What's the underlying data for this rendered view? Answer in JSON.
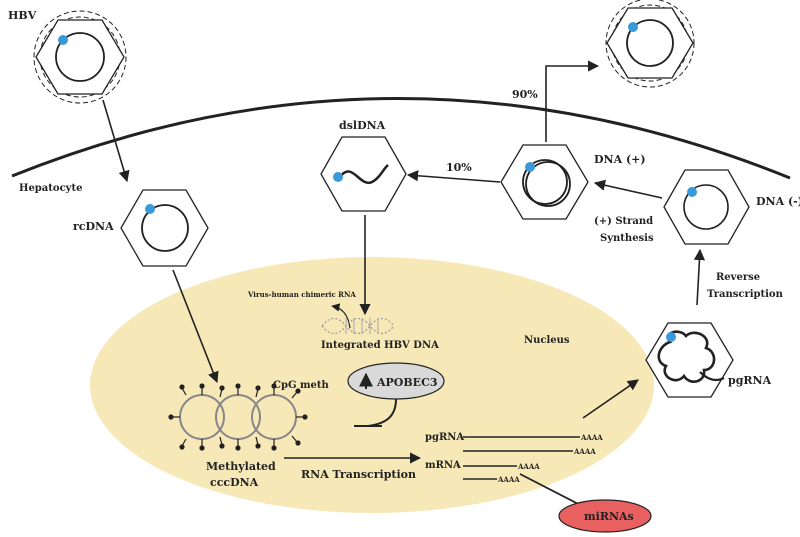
{
  "labels": {
    "hbv": "HBV",
    "hepatocyte": "Hepatocyte",
    "rcdna": "rcDNA",
    "dsldna": "dslDNA",
    "pct10": "10%",
    "pct90": "90%",
    "dna_plus": "DNA (+)",
    "dna_minus": "DNA (-)",
    "plus_strand_1": "(+) Strand",
    "plus_strand_2": "Synthesis",
    "reverse_1": "Reverse",
    "reverse_2": "Transcription",
    "chimeric": "Virus-human chimeric RNA",
    "integrated": "Integrated HBV DNA",
    "nucleus": "Nucleus",
    "cpg": "CpG meth",
    "apobec": "APOBEC3",
    "pgrna_right": "pgRNA",
    "methylated_1": "Methylated",
    "methylated_2": "cccDNA",
    "rna_transcription": "RNA Transcription",
    "pgrna_line": "pgRNA",
    "mrna_line": "mRNA",
    "polya": "AAAA",
    "mirnas": "miRNAs"
  },
  "colors": {
    "nucleus_fill": "#f7e8b8",
    "dot": "#3a9ad9",
    "apobec_fill": "#d9d9d9",
    "mirna_fill": "#e8605f",
    "line": "#222222"
  }
}
